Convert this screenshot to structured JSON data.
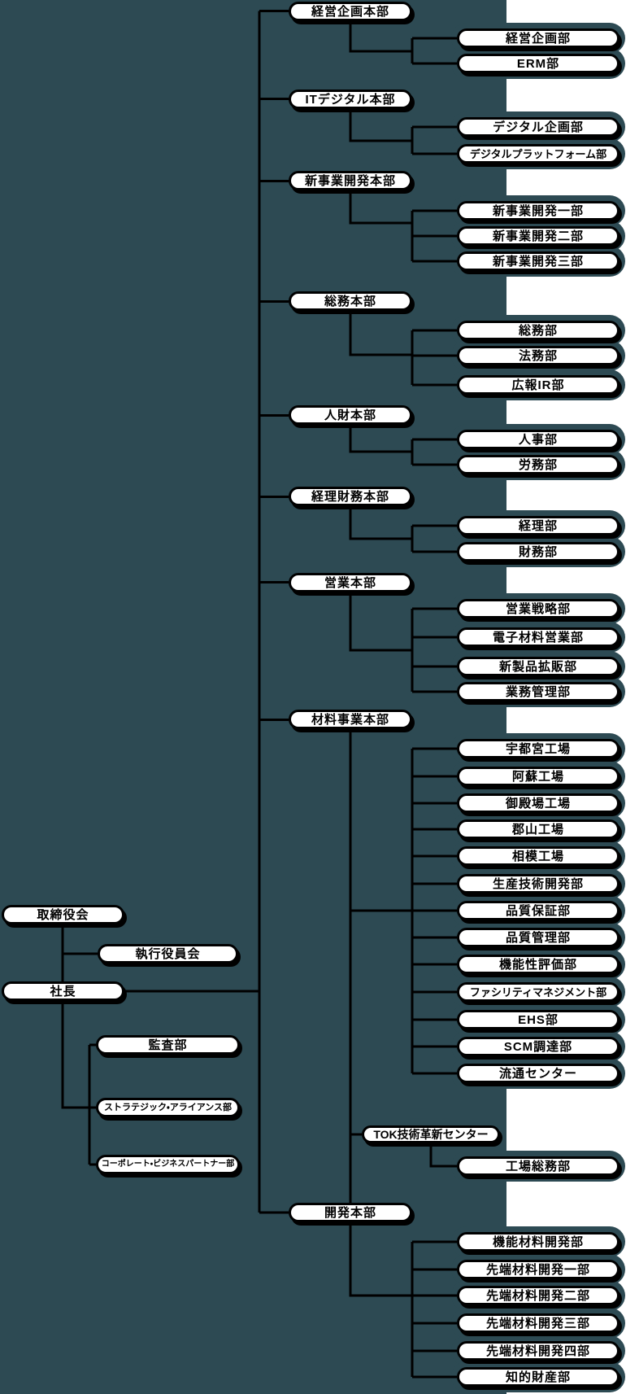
{
  "colors": {
    "background": "#2d4a53",
    "right_panel": "#ffffff",
    "box_fill": "#ffffff",
    "box_border": "#000000",
    "line": "#000000"
  },
  "org": {
    "board": "取締役会",
    "executive_committee": "執行役員会",
    "president": "社長",
    "president_staff": [
      "監査部",
      "ストラテジック・アライアンス部",
      "コーポレート・ビジネスパートナー部"
    ],
    "divisions": [
      {
        "name": "経営企画本部",
        "departments": [
          "経営企画部",
          "ERM部"
        ]
      },
      {
        "name": "ITデジタル本部",
        "departments": [
          "デジタル企画部",
          "デジタルプラットフォーム部"
        ]
      },
      {
        "name": "新事業開発本部",
        "departments": [
          "新事業開発一部",
          "新事業開発二部",
          "新事業開発三部"
        ]
      },
      {
        "name": "総務本部",
        "departments": [
          "総務部",
          "法務部",
          "広報IR部"
        ]
      },
      {
        "name": "人財本部",
        "departments": [
          "人事部",
          "労務部"
        ]
      },
      {
        "name": "経理財務本部",
        "departments": [
          "経理部",
          "財務部"
        ]
      },
      {
        "name": "営業本部",
        "departments": [
          "営業戦略部",
          "電子材料営業部",
          "新製品拡販部",
          "業務管理部"
        ]
      },
      {
        "name": "材料事業本部",
        "departments": [
          "宇都宮工場",
          "阿蘇工場",
          "御殿場工場",
          "郡山工場",
          "相模工場",
          "生産技術開発部",
          "品質保証部",
          "品質管理部",
          "機能性評価部",
          "ファシリティマネジメント部",
          "EHS部",
          "SCM調達部",
          "流通センター"
        ]
      },
      {
        "name": "TOK技術革新センター",
        "departments": [
          "工場総務部"
        ]
      },
      {
        "name": "開発本部",
        "departments": [
          "機能材料開発部",
          "先端材料開発一部",
          "先端材料開発二部",
          "先端材料開発三部",
          "先端材料開発四部",
          "知的財産部"
        ]
      }
    ]
  }
}
